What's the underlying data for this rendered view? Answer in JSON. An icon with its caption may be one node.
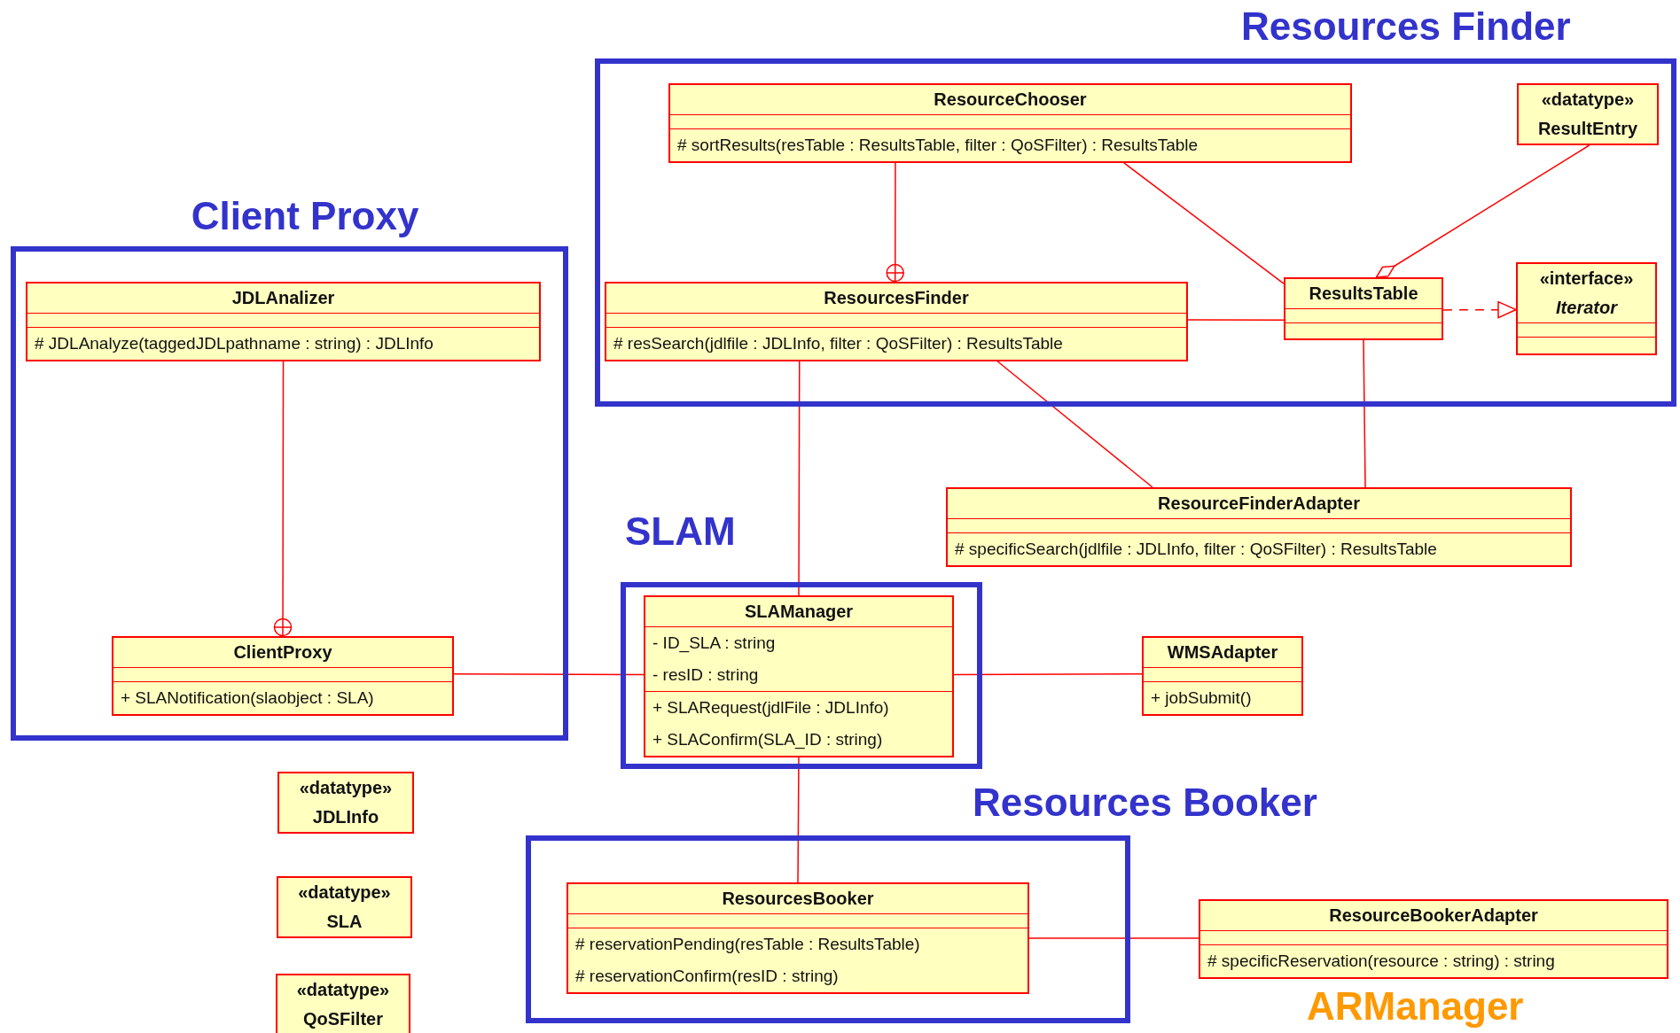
{
  "diagram": {
    "nodes": [
      {
        "text": [
          "Resources Finder"
        ]
      },
      {
        "text": [
          "ResourceChooser",
          "# sortResults(resTable : ResultsTable, filter : QoSFilter) : ResultsTable"
        ],
        "in": 0
      },
      {
        "text": [
          "«datatype»",
          "ResultEntry"
        ],
        "in": 0
      },
      {
        "text": [
          "ResourcesFinder",
          "# resSearch(jdlfile : JDLInfo, filter : QoSFilter) : ResultsTable"
        ],
        "in": 0
      },
      {
        "text": [
          "ResultsTable"
        ],
        "in": 0
      },
      {
        "text": [
          "«interface»",
          "Iterator"
        ],
        "in": 0
      },
      {
        "text": [
          "Client Proxy"
        ]
      },
      {
        "text": [
          "JDLAnalizer",
          "# JDLAnalyze(taggedJDLpathname : string) : JDLInfo"
        ],
        "in": 6
      },
      {
        "text": [
          "ClientProxy",
          "+ SLANotification(slaobject : SLA)"
        ],
        "in": 6
      },
      {
        "text": [
          "ResourceFinderAdapter",
          "# specificSearch(jdlfile : JDLInfo, filter : QoSFilter) : ResultsTable"
        ]
      },
      {
        "text": [
          "SLAM"
        ]
      },
      {
        "text": [
          "SLAManager",
          "- ID_SLA : string",
          "- resID : string",
          "+ SLARequest(jdlFile : JDLInfo)",
          "+ SLAConfirm(SLA_ID : string)"
        ],
        "in": 10
      },
      {
        "text": [
          "WMSAdapter",
          "+ jobSubmit()"
        ]
      },
      {
        "text": [
          "«datatype»",
          "JDLInfo"
        ]
      },
      {
        "text": [
          "«datatype»",
          "SLA"
        ]
      },
      {
        "text": [
          "Resources Booker"
        ]
      },
      {
        "text": [
          "ResourcesBooker",
          "# reservationPending(resTable : ResultsTable)",
          "# reservationConfirm(resID : string)"
        ],
        "in": 15
      },
      {
        "text": [
          "ResourceBookerAdapter",
          "# specificReservation(resource : string) : string"
        ],
        "beside": [
          "ARManager"
        ]
      },
      {
        "text": [
          "«datatype»",
          "QoSFilter"
        ]
      }
    ],
    "edges": [
      {
        "from": 1,
        "to": 3,
        "arrow": "other"
      },
      {
        "from": 1,
        "to": 4,
        "arrow": "none"
      },
      {
        "from": 2,
        "to": 4,
        "arrow": "other"
      },
      {
        "from": 3,
        "to": 4,
        "arrow": "none"
      },
      {
        "from": 4,
        "to": 5,
        "arrow": "to",
        "style": "dashed"
      },
      {
        "from": 3,
        "to": 9,
        "arrow": "none"
      },
      {
        "from": 4,
        "to": 9,
        "arrow": "none"
      },
      {
        "from": 3,
        "to": 11,
        "arrow": "none"
      },
      {
        "from": 7,
        "to": 8,
        "arrow": "other"
      },
      {
        "from": 8,
        "to": 11,
        "arrow": "none"
      },
      {
        "from": 11,
        "to": 12,
        "arrow": "none"
      },
      {
        "from": 11,
        "to": 16,
        "arrow": "none"
      },
      {
        "from": 16,
        "to": 17,
        "arrow": "none"
      }
    ]
  }
}
